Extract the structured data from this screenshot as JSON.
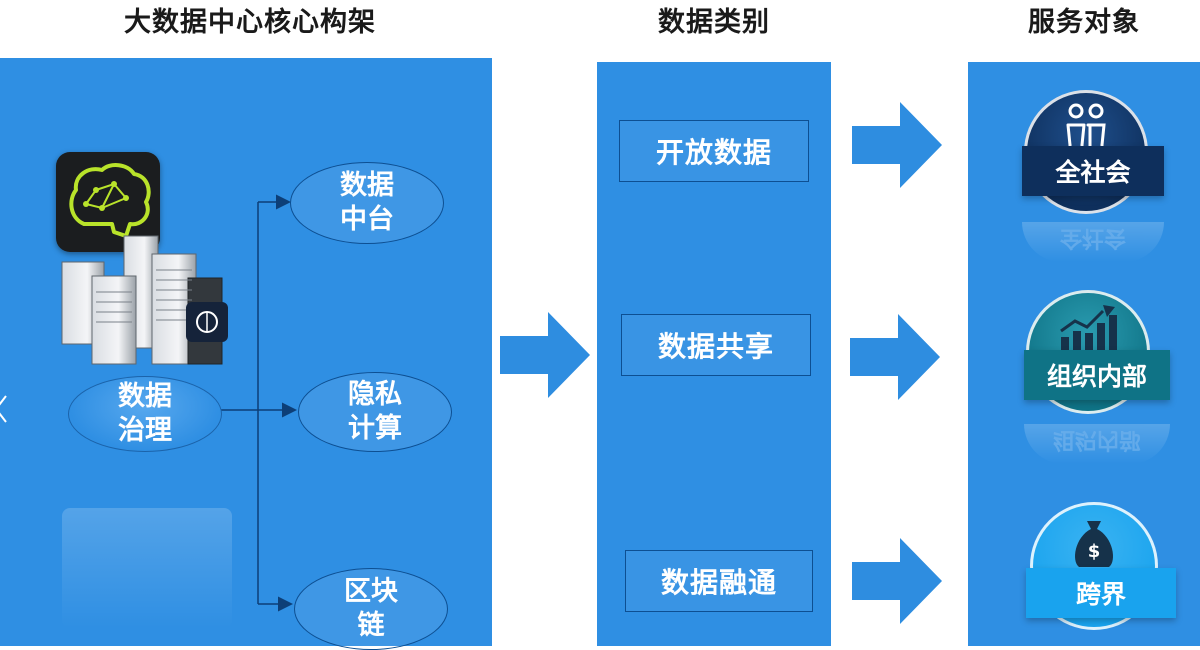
{
  "titles": {
    "architecture": "大数据中心核心构架",
    "categories": "数据类别",
    "targets": "服务对象"
  },
  "architecture": {
    "governance": "数据\n治理",
    "nodes": [
      {
        "label": "数据\n中台"
      },
      {
        "label": "隐私\n计算"
      },
      {
        "label": "区块\n链"
      }
    ]
  },
  "categories": [
    {
      "label": "开放数据"
    },
    {
      "label": "数据共享"
    },
    {
      "label": "数据融通"
    }
  ],
  "targets": [
    {
      "label": "全社会",
      "icon": "people-icon",
      "reflection": "全社会"
    },
    {
      "label": "组织内部",
      "icon": "growth-chart-icon",
      "reflection": "组织内部"
    },
    {
      "label": "跨界",
      "icon": "money-bag-icon"
    }
  ],
  "colors": {
    "panel": "#2f8fe3",
    "arrow": "#2e8de0",
    "society_label": "#0e2f5c",
    "internal_label": "#0f7386",
    "crossover_label": "#19a3ee"
  }
}
